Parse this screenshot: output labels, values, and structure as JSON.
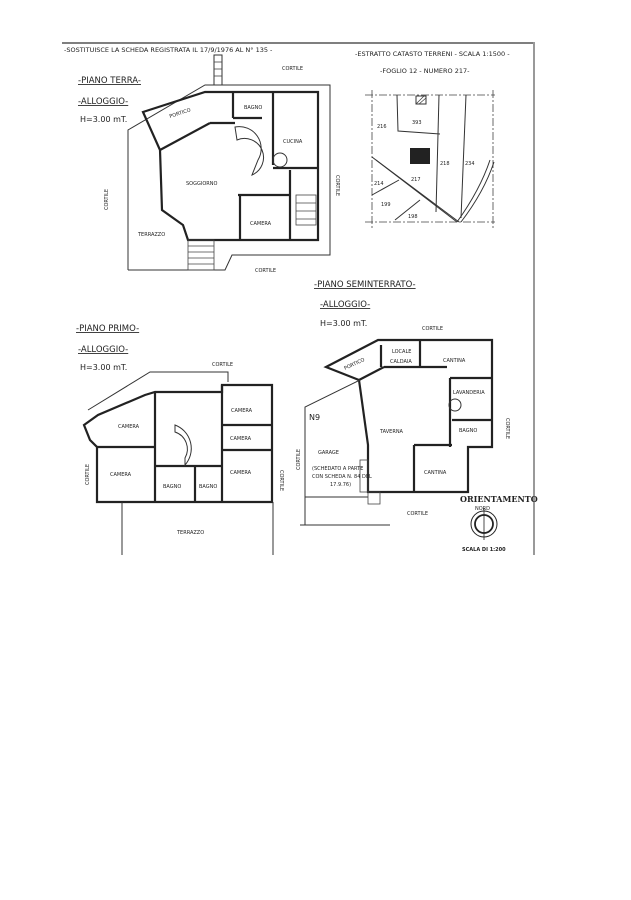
{
  "header": {
    "replaces": "-SOSTITUISCE LA SCHEDA REGISTRATA IL 17/9/1976 AL N° 135 -",
    "cadastre": "-ESTRATTO CATASTO TERRENI - SCALA 1:1500 -",
    "sheet": "-FOGLIO 12 - NUMERO 217-"
  },
  "cadastral_map": {
    "parcels": [
      "216",
      "393",
      "218",
      "234",
      "214",
      "217",
      "199",
      "198"
    ]
  },
  "piano_terra": {
    "title": "-PIANO TERRA-",
    "unit": "-ALLOGGIO-",
    "height": "H=3.00 mT.",
    "rooms": [
      "BAGNO",
      "PORTICO",
      "CUCINA",
      "SOGGIORNO",
      "CAMERA",
      "TERRAZZO"
    ],
    "cortile": "CORTILE"
  },
  "piano_primo": {
    "title": "-PIANO PRIMO-",
    "unit": "-ALLOGGIO-",
    "height": "H=3.00 mT.",
    "rooms": [
      "CAMERA",
      "CAMERA",
      "CAMERA",
      "CAMERA",
      "CAMERA",
      "BAGNO",
      "BAGNO",
      "TERRAZZO"
    ],
    "cortile": "CORTILE"
  },
  "piano_seminterrato": {
    "title": "-PIANO SEMINTERRATO-",
    "unit": "-ALLOGGIO-",
    "height": "H=3.00 mT.",
    "rooms": [
      "PORTICO",
      "LOCALE",
      "CALDAIA",
      "CANTINA",
      "LAVANDERIA",
      "TAVERNA",
      "BAGNO",
      "CANTINA",
      "GARAGE"
    ],
    "garage_note": [
      "(SCHEDATO A PARTE",
      "CON SCHEDA N. 84 DEL",
      "17.9.76)"
    ],
    "marker": "N9",
    "cortile": "CORTILE"
  },
  "orientation": {
    "label": "ORIENTAMENTO",
    "north": "NORD",
    "scale": "SCALA DI 1:200"
  }
}
